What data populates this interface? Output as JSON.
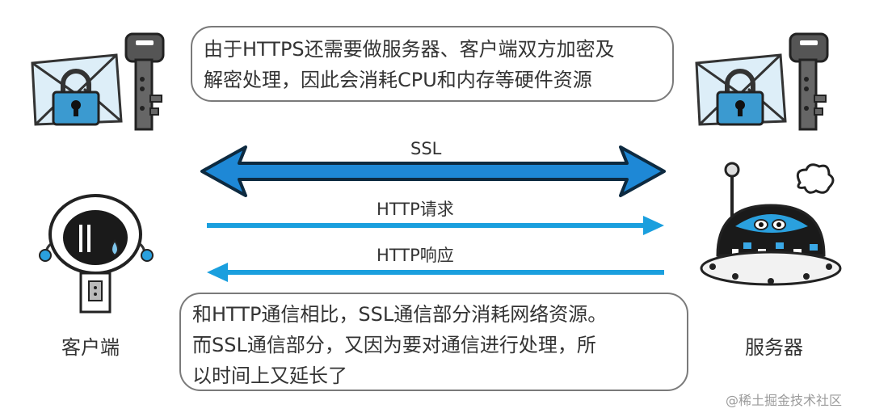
{
  "top_note": {
    "line1": "由于HTTPS还需要做服务器、客户端双方加密及",
    "line2": "解密处理，因此会消耗CPU和内存等硬件资源"
  },
  "ssl_label": "SSL",
  "request_label": "HTTP请求",
  "response_label": "HTTP响应",
  "client_label": "客户端",
  "server_label": "服务器",
  "bottom_note": {
    "line1": "和HTTP通信相比，SSL通信部分消耗网络资源。",
    "line2": "而SSL通信部分，又因为要对通信进行处理，所",
    "line3": "以时间上又延长了"
  },
  "watermark": "@稀土掘金技术社区",
  "colors": {
    "ssl_arrow": "#1e88d6",
    "http_arrow": "#1a9fde",
    "envelope": "#8fc8e6",
    "lock": "#2f8fc7",
    "key": "#555555"
  },
  "icons": [
    "envelope-lock-icon",
    "key-icon",
    "client-robot-icon",
    "server-robot-icon"
  ]
}
